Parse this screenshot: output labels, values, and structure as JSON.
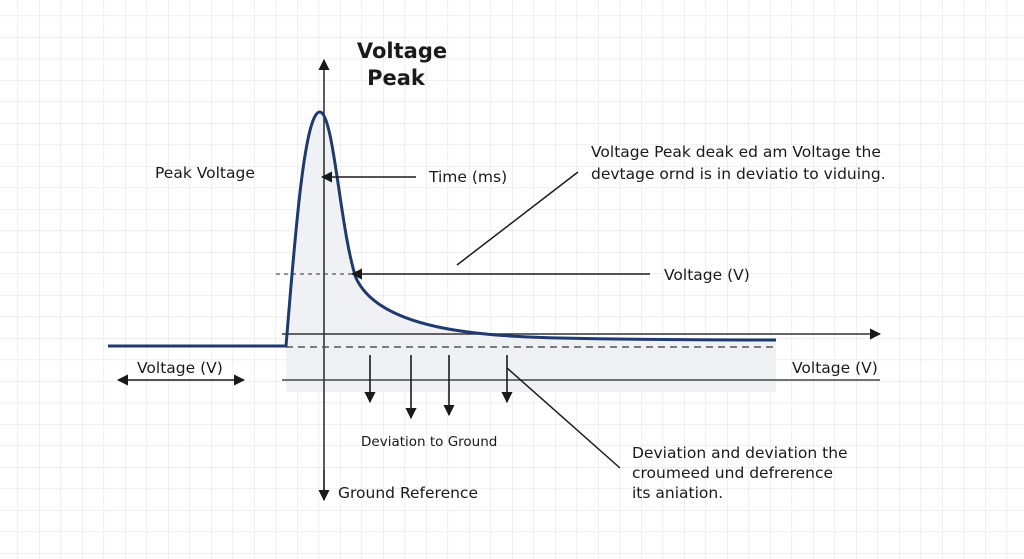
{
  "title": {
    "line1": "Voltage",
    "line2": "Peak"
  },
  "labels": {
    "peak_voltage": "Peak Voltage",
    "time_ms": "Time (ms)",
    "voltage_mid": "Voltage (V)",
    "voltage_left": "Voltage (V)",
    "voltage_right": "Voltage (V)",
    "deviation_to_ground": "Deviation to Ground",
    "ground_reference": "Ground Reference"
  },
  "annotations": {
    "top_right": {
      "line1": "Voltage Peak deak ed am Voltage the",
      "line2": "devtage ornd is in deviatio to viduing."
    },
    "bottom_right": {
      "line1": "Deviation and deviation the",
      "line2": "croumeed und defrerence",
      "line3": "its aniation."
    }
  },
  "colors": {
    "curve": "#1f3a6e",
    "axis": "#333333",
    "grid": "#e6e6e6",
    "shade": "#eef0f3",
    "text": "#1a1a1a"
  },
  "deviation_arrow_count": 4
}
